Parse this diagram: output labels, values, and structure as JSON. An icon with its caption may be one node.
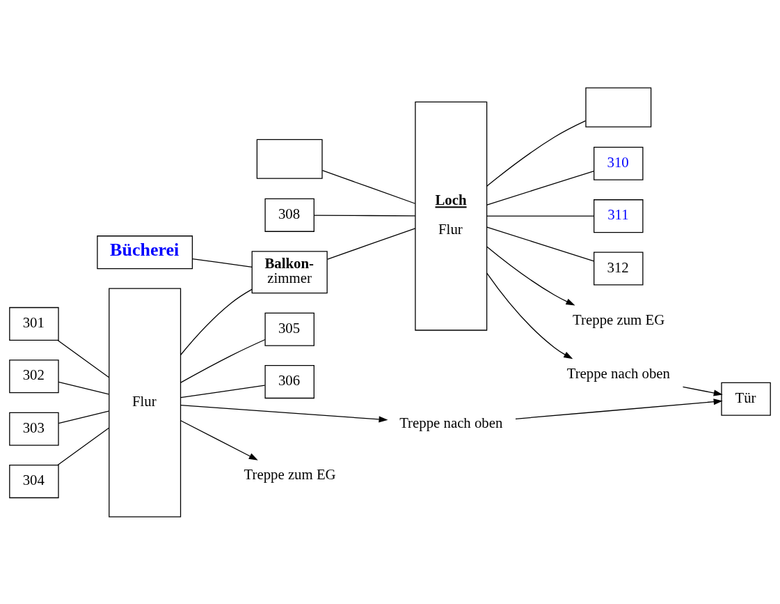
{
  "diagram": {
    "nodes": [
      {
        "text": [
          "Flur"
        ]
      },
      {
        "text": [
          "301"
        ]
      },
      {
        "text": [
          "302"
        ]
      },
      {
        "text": [
          "303"
        ]
      },
      {
        "text": [
          "304"
        ]
      },
      {
        "text": [
          "305"
        ]
      },
      {
        "text": [
          "306"
        ]
      },
      {
        "text": [
          "Bücherei"
        ]
      },
      {
        "text": [
          "Balkon-",
          "zimmer"
        ]
      },
      {
        "text": [],
        "shape": "box"
      },
      {
        "text": [
          "308"
        ]
      },
      {
        "text": [
          "Loch",
          "Flur"
        ]
      },
      {
        "text": [],
        "shape": "box"
      },
      {
        "text": [
          "310"
        ]
      },
      {
        "text": [
          "311"
        ]
      },
      {
        "text": [
          "312"
        ]
      },
      {
        "text": [
          "Treppe nach oben"
        ]
      },
      {
        "text": [
          "Treppe zum EG"
        ]
      },
      {
        "text": [
          "Treppe zum EG"
        ]
      },
      {
        "text": [
          "Treppe nach oben"
        ]
      },
      {
        "text": [
          "Tür"
        ]
      }
    ],
    "edges": [
      {
        "from": 1,
        "to": 0,
        "arrow": "none"
      },
      {
        "from": 2,
        "to": 0,
        "arrow": "none"
      },
      {
        "from": 3,
        "to": 0,
        "arrow": "none"
      },
      {
        "from": 4,
        "to": 0,
        "arrow": "none"
      },
      {
        "from": 0,
        "to": 5,
        "arrow": "none"
      },
      {
        "from": 0,
        "to": 6,
        "arrow": "none"
      },
      {
        "from": 7,
        "to": 8,
        "arrow": "none"
      },
      {
        "from": 0,
        "to": 8,
        "arrow": "none"
      },
      {
        "from": 8,
        "to": 11,
        "arrow": "none"
      },
      {
        "from": 9,
        "to": 11,
        "arrow": "none"
      },
      {
        "from": 10,
        "to": 11,
        "arrow": "none"
      },
      {
        "from": 11,
        "to": 12,
        "arrow": "none"
      },
      {
        "from": 11,
        "to": 13,
        "arrow": "none"
      },
      {
        "from": 11,
        "to": 14,
        "arrow": "none"
      },
      {
        "from": 11,
        "to": 15,
        "arrow": "none"
      },
      {
        "from": 0,
        "to": 16,
        "arrow": "to"
      },
      {
        "from": 0,
        "to": 17,
        "arrow": "to"
      },
      {
        "from": 11,
        "to": 18,
        "arrow": "to"
      },
      {
        "from": 11,
        "to": 19,
        "arrow": "to"
      },
      {
        "from": 16,
        "to": 20,
        "arrow": "to"
      },
      {
        "from": 19,
        "to": 20,
        "arrow": "to"
      }
    ]
  }
}
